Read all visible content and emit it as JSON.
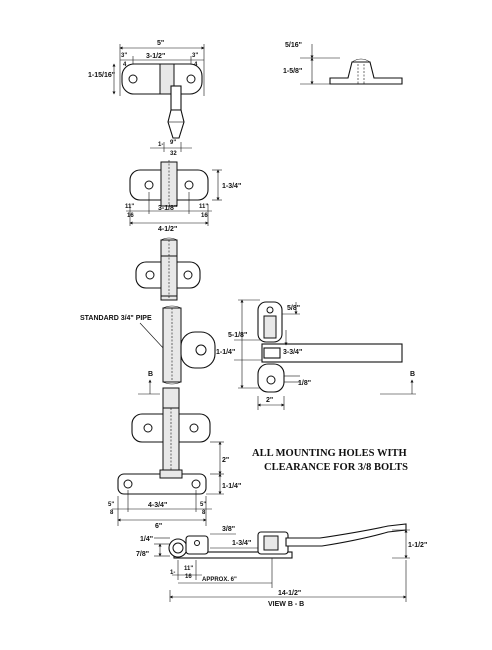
{
  "top_view": {
    "overall_width": "5\"",
    "left_edge": "3\"",
    "left_edge_den": "4",
    "right_edge": "3\"",
    "right_edge_den": "4",
    "hole_spacing": "3-1/2\"",
    "height": "1-15/16\"",
    "bottom_dim_num": "9\"",
    "bottom_dim_den": "32",
    "bottom_dim_whole": "1-"
  },
  "side_view": {
    "top_dim": "5/16\"",
    "height": "1-5/8\""
  },
  "upper_bracket": {
    "height": "1-3/4\"",
    "left_num": "11\"",
    "left_den": "16",
    "right_num": "11\"",
    "right_den": "16",
    "hole_spacing": "3-1/8\"",
    "overall_width": "4-1/2\""
  },
  "pipe_label": "STANDARD 3/4\" PIPE",
  "center_section": {
    "dim_a": "5-1/8\"",
    "dim_b": "1-1/4\"",
    "dim_c": "5/8\"",
    "dim_d": "3-3/4\"",
    "dim_e": "1/8\"",
    "dim_f": "2\"",
    "section_mark_left": "B",
    "section_mark_right": "B"
  },
  "lower_bracket": {
    "height_a": "2\"",
    "height_b": "1-1/4\"",
    "left_num": "5\"",
    "left_den": "8",
    "right_num": "5\"",
    "right_den": "8",
    "hole_spacing": "4-3/4\"",
    "overall_width": "6\""
  },
  "note": {
    "line1": "ALL MOUNTING HOLES WITH",
    "line2": "CLEARANCE FOR 3/8 BOLTS"
  },
  "view_bb": {
    "dim_a": "1/4\"",
    "dim_b": "7/8\"",
    "dim_c": "3/8\"",
    "dim_d": "1-3/4\"",
    "dim_e": "1-1/2\"",
    "dim_f": "1-",
    "dim_f_num": "11\"",
    "dim_f_den": "16",
    "dim_g": "APPROX. 6\"",
    "overall": "14-1/2\"",
    "caption": "VIEW B - B"
  }
}
